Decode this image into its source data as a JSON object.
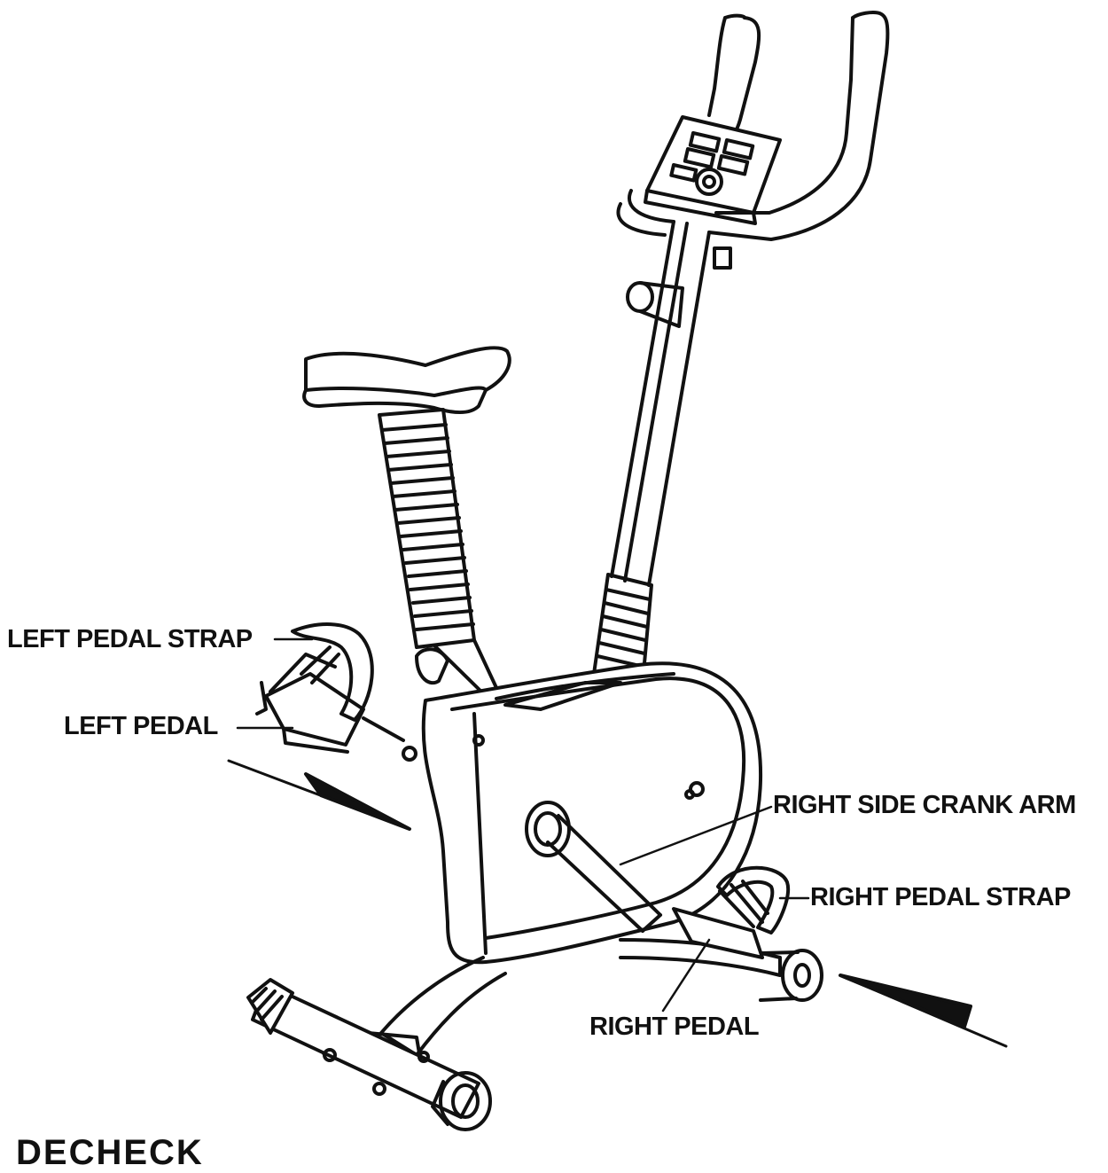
{
  "labels": {
    "left_pedal_strap": "LEFT PEDAL STRAP",
    "left_pedal": "LEFT PEDAL",
    "right_side_crank_arm": "RIGHT SIDE CRANK ARM",
    "right_pedal_strap": "RIGHT PEDAL STRAP",
    "right_pedal": "RIGHT PEDAL"
  },
  "brand_fragment": "DECHECK",
  "colors": {
    "ink": "#111111",
    "paper": "#ffffff"
  }
}
